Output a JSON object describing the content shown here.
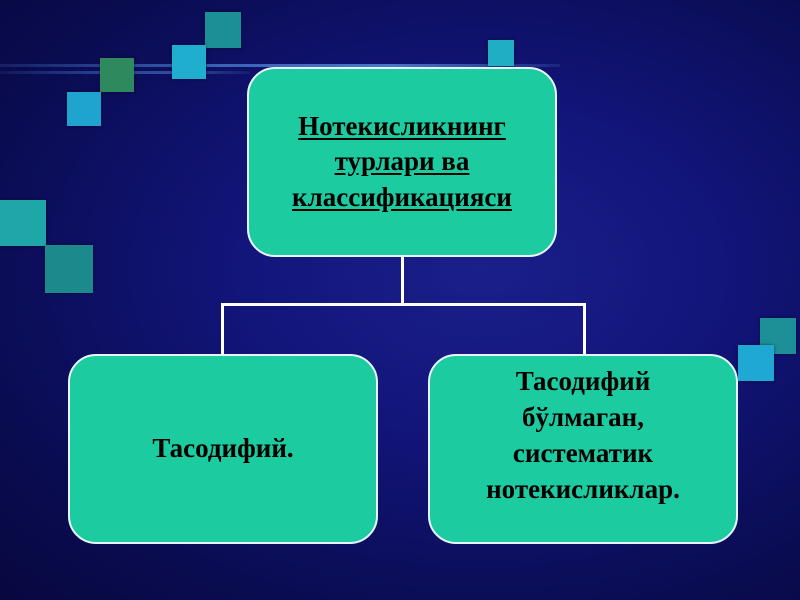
{
  "diagram": {
    "root": {
      "text": "Нотекисликнинг \nтурлари ва \nклассификацияси"
    },
    "children": [
      {
        "text": "Тасодифий."
      },
      {
        "text": "Тасодифий\n бўлмаган,\nсистематик\nнотекисликлар."
      }
    ]
  },
  "colors": {
    "background": "#12157a",
    "box_fill": "#1ccca0",
    "box_border": "#e8f4ff",
    "connector": "#ffffff",
    "square_light": "#22b7c8",
    "square_teal": "#1a8f8a",
    "square_green": "#2f8a5a"
  }
}
